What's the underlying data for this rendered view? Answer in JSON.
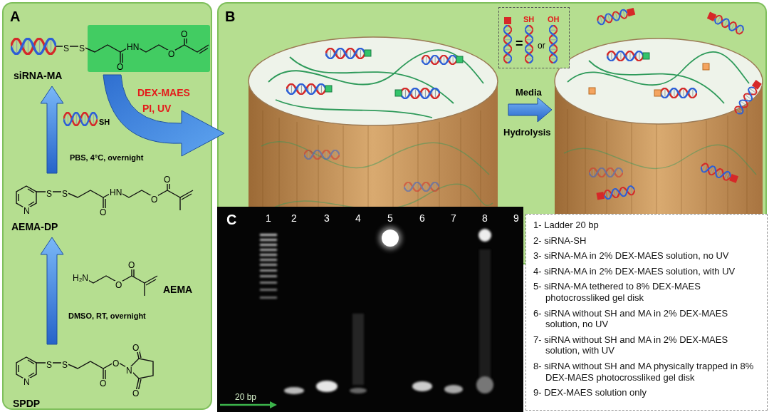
{
  "diagram": {
    "nodes": [
      {
        "text": [
          "A"
        ]
      },
      {
        "text": [
          "B"
        ]
      },
      {
        "text": [
          "=",
          "SH",
          "or",
          "OH"
        ],
        "in": 1
      },
      {
        "text": [
          "C"
        ]
      },
      {
        "text": [
          "1- Ladder 20 bp",
          "2- siRNA-SH",
          "3- siRNA-MA in 2% DEX-MAES solution, no UV",
          "4- siRNA-MA in 2% DEX-MAES solution, with UV",
          "5- siRNA-MA tethered to 8% DEX-MAES photocrossliked gel disk",
          "6- siRNA without SH and MA in 2% DEX-MAES solution, no UV",
          "7- siRNA without SH and MA in 2% DEX-MAES solution, with UV",
          "8- siRNA without SH and MA physically trapped in 8% DEX-MAES photocrossliked gel disk",
          "9- DEX-MAES solution only"
        ]
      }
    ],
    "labels": [
      "siRNA-MA",
      "SH",
      "PBS, 4°C, overnight",
      "AEMA-DP",
      "AEMA",
      "DMSO, RT, overnight",
      "SPDP",
      "DEX-MAES",
      "PI, UV",
      "S",
      "S",
      "O",
      "HN",
      "O",
      "O",
      "N",
      "S",
      "S",
      "O",
      "HN",
      "O",
      "O",
      "H₂N",
      "O",
      "O",
      "N",
      "S",
      "S",
      "O",
      "O",
      "N",
      "O",
      "O",
      "Media",
      "Hydrolysis",
      "20 bp",
      "1",
      "2",
      "3",
      "4",
      "5",
      "6",
      "7",
      "8",
      "9"
    ]
  }
}
